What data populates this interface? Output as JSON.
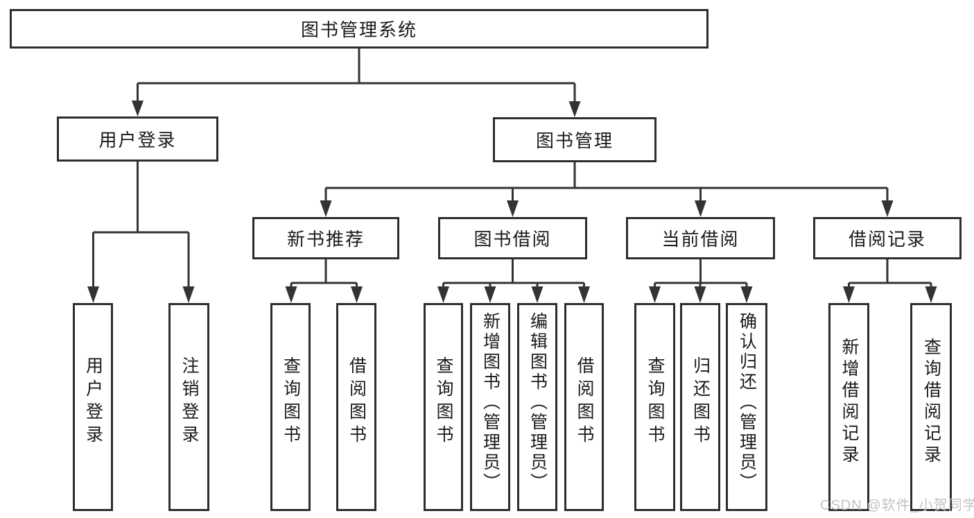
{
  "diagram": {
    "type": "hierarchy-tree",
    "root": {
      "label": "图书管理系统"
    },
    "branches": [
      {
        "label": "用户登录",
        "children": [
          {
            "label": "用户登录"
          },
          {
            "label": "注销登录"
          }
        ]
      },
      {
        "label": "图书管理",
        "children": [
          {
            "label": "新书推荐",
            "children": [
              {
                "label": "查询图书"
              },
              {
                "label": "借阅图书"
              }
            ]
          },
          {
            "label": "图书借阅",
            "children": [
              {
                "label": "查询图书"
              },
              {
                "label": "新增图书（管理员）"
              },
              {
                "label": "编辑图书（管理员）"
              },
              {
                "label": "借阅图书"
              }
            ]
          },
          {
            "label": "当前借阅",
            "children": [
              {
                "label": "查询图书"
              },
              {
                "label": "归还图书"
              },
              {
                "label": "确认归还（管理员）"
              }
            ]
          },
          {
            "label": "借阅记录",
            "children": [
              {
                "label": "新增借阅记录"
              },
              {
                "label": "查询借阅记录"
              }
            ]
          }
        ]
      }
    ],
    "colors": {
      "line": "#333333",
      "box_border": "#2d2d2d",
      "text": "#1a1a1a",
      "background": "#ffffff",
      "watermark_text": "#c2c2c2"
    }
  },
  "watermark": {
    "text": "CSDN @软件_小贺同学"
  }
}
